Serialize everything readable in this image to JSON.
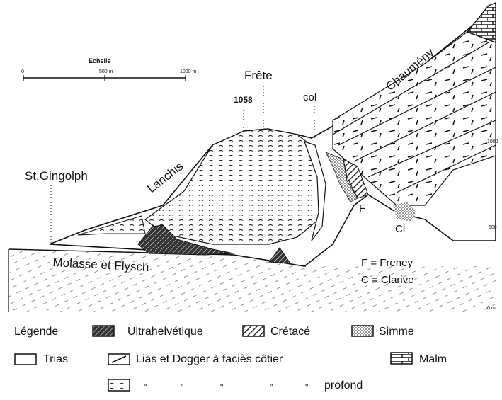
{
  "scale": {
    "title": "Echelle",
    "ticks": [
      "0",
      "500 m",
      "1000 m"
    ]
  },
  "places": {
    "st_gingolph": "St.Gingolph",
    "lanchis": "Lanchis",
    "frete": "Frête",
    "frete_altitude": "1058",
    "col": "col",
    "chaumeny": "Chaumény"
  },
  "units": {
    "molasse_flysch": "Molasse et Flysch",
    "f_marker": "F",
    "cl_marker": "Cl"
  },
  "altitude_ticks": [
    "1000",
    "500",
    "0 m"
  ],
  "key": {
    "freney": "F = Freney",
    "clarive": "C = Clarive"
  },
  "legend": {
    "title": "Légende",
    "items": [
      {
        "label": "Ultrahelvétique",
        "pattern": "ultrahelvetique"
      },
      {
        "label": "Crétacé",
        "pattern": "cretace"
      },
      {
        "label": "Simme",
        "pattern": "simme"
      },
      {
        "label": "Trias",
        "pattern": "trias"
      },
      {
        "label": "Lias et Dogger à faciès côtier",
        "pattern": "lias-dogger"
      },
      {
        "label": "Malm",
        "pattern": "malm"
      }
    ],
    "ditto_marks": [
      "\"",
      "\"",
      "\"",
      "\"",
      "\""
    ],
    "last_label": "profond"
  }
}
